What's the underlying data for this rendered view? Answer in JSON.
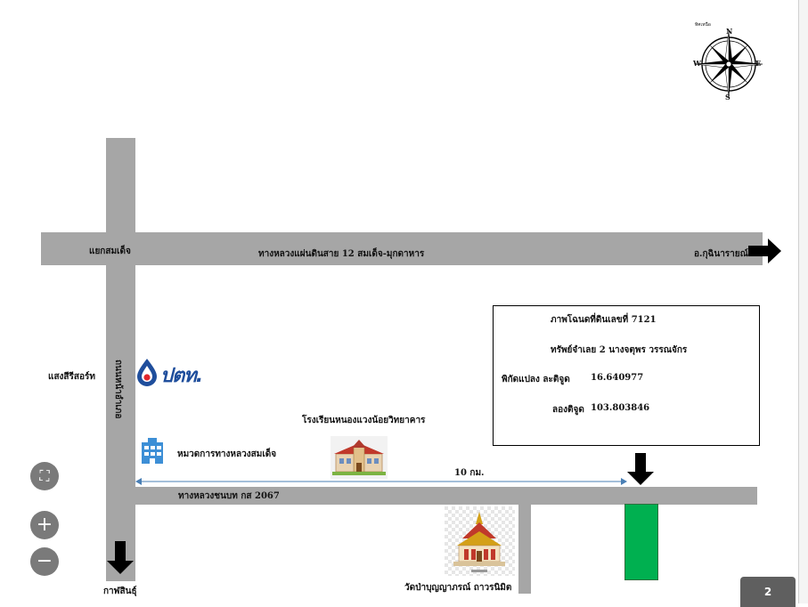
{
  "compass": {
    "caption": "ทิศเหนือ",
    "n": "N",
    "s": "S",
    "e": "E",
    "w": "W"
  },
  "roads": {
    "main_highway": "ทางหลวงแผ่นดินสาย 12 สมเด็จ-มุกดาหาร",
    "junction": "แยกสมเด็จ",
    "destination_east": "อ.กุฉินารายณ์",
    "vertical_road": "ถนนหน้าอำเภอ",
    "rural_road": "ทางหลวงชนบท กส 2067",
    "destination_south": "กาฬสินธุ์"
  },
  "landmarks": {
    "shop": "แสงสีรีสอร์ท",
    "ptt_logo": "ปตท.",
    "school": "โรงเรียนหนองแวงน้อยวิทยาคาร",
    "highway_office": "หมวดการทางหลวงสมเด็จ",
    "temple": "วัดป่าบุญญาภรณ์ ถาวรนิมิต",
    "distance": "10 กม."
  },
  "info": {
    "line1": "ภาพโฉนดที่ดินเลขที่ 7121",
    "line2": "ทรัพย์จำเลย 2 นางจตุพร วรรณจักร",
    "line3_label": "พิกัดแปลง ละติจูด",
    "line3_value": "16.640977",
    "line4_label": "ลองติจูด",
    "line4_value": "103.803846"
  },
  "controls": {
    "fullscreen": "⛶",
    "zoom_in": "+",
    "zoom_out": "−",
    "page": "2"
  },
  "colors": {
    "road": "#a6a6a6",
    "plot": "#00b050",
    "ptt_blue": "#1f4e9c"
  }
}
